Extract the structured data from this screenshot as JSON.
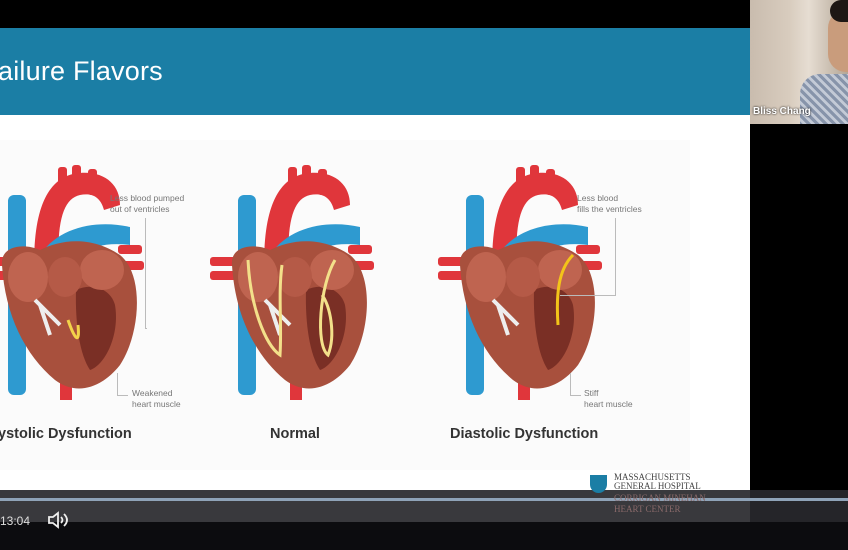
{
  "slide": {
    "title": "ailure Flavors",
    "panels": [
      {
        "caption": "ystolic Dysfunction",
        "note_top": [
          "Less blood pumped",
          "out of ventricles"
        ],
        "note_bottom": [
          "Weakened",
          "heart muscle"
        ]
      },
      {
        "caption": "Normal"
      },
      {
        "caption": "Diastolic Dysfunction",
        "note_top": [
          "Less blood",
          "fills the ventricles"
        ],
        "note_bottom": [
          "Stiff",
          "heart muscle"
        ]
      }
    ],
    "logo": {
      "line1": "MASSACHUSETTS",
      "line2": "GENERAL HOSPITAL",
      "line3": "CORRIGAN MINEHAN",
      "line4": "HEART CENTER"
    }
  },
  "webcam": {
    "participant_name": "Bliss Chang"
  },
  "player": {
    "time": "13:04",
    "volume_icon": "speaker-icon",
    "progress_color": "#8fa3b8"
  },
  "colors": {
    "header": "#1b7ea5",
    "artery": "#e0363b",
    "vein": "#2e9ad0",
    "muscle": "#a8503d",
    "flow": "#f3d34a"
  }
}
